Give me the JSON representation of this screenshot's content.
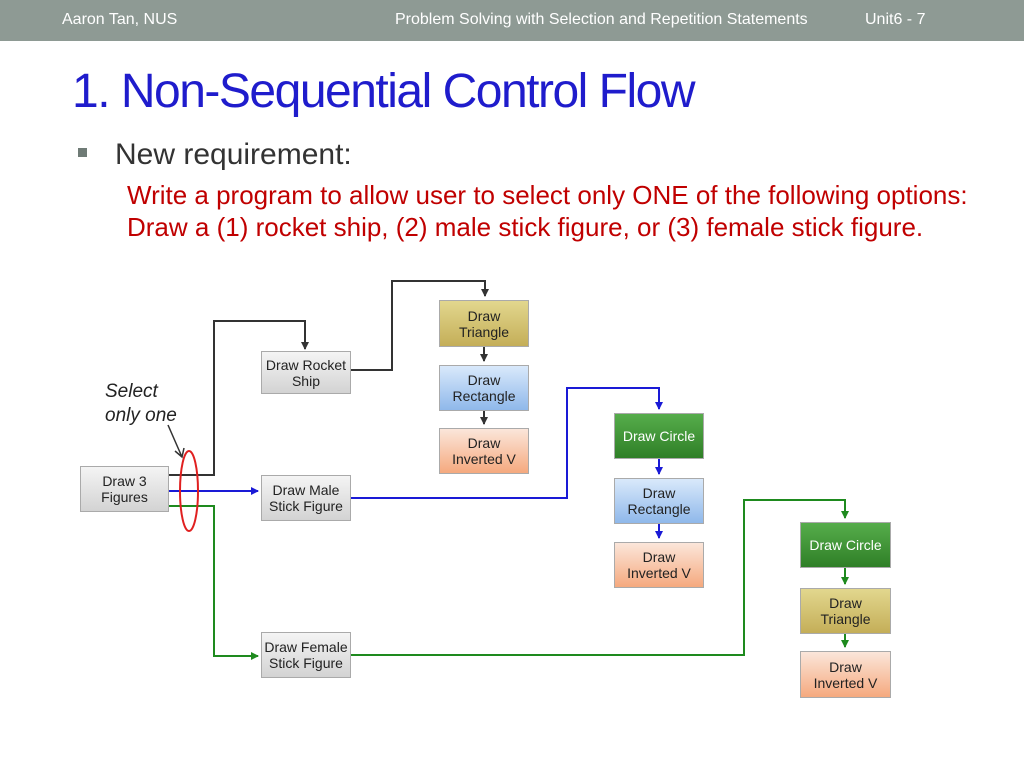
{
  "header": {
    "author": "Aaron Tan, NUS",
    "course": "Problem Solving with Selection and Repetition Statements",
    "page": "Unit6 - 7"
  },
  "title": "1. Non-Sequential Control Flow",
  "bullet": {
    "label": "New requirement:",
    "detail": "Write a program to allow user to select only ONE of the following options: Draw a (1) rocket ship, (2) male stick figure, or (3) female stick figure."
  },
  "diagram": {
    "annotation": {
      "line1": "Select",
      "line2": "only one"
    },
    "start": {
      "line1": "Draw 3",
      "line2": "Figures"
    },
    "options": {
      "rocket": {
        "line1": "Draw Rocket",
        "line2": "Ship"
      },
      "male": {
        "line1": "Draw Male",
        "line2": "Stick Figure"
      },
      "female": {
        "line1": "Draw Female",
        "line2": "Stick Figure"
      }
    },
    "rocket_steps": [
      {
        "line1": "Draw",
        "line2": "Triangle"
      },
      {
        "line1": "Draw",
        "line2": "Rectangle"
      },
      {
        "line1": "Draw",
        "line2": "Inverted V"
      }
    ],
    "male_steps": [
      {
        "line1": "Draw Circle"
      },
      {
        "line1": "Draw",
        "line2": "Rectangle"
      },
      {
        "line1": "Draw",
        "line2": "Inverted V"
      }
    ],
    "female_steps": [
      {
        "line1": "Draw Circle"
      },
      {
        "line1": "Draw",
        "line2": "Triangle"
      },
      {
        "line1": "Draw",
        "line2": "Inverted V"
      }
    ],
    "colors": {
      "rocket_path": "#333333",
      "male_path": "#1a1ad6",
      "female_path": "#1e8a1e",
      "selector_ellipse": "#e02020",
      "title": "#1f1ccc",
      "requirement": "#c00000",
      "header_bar": "#8e9a94"
    }
  }
}
